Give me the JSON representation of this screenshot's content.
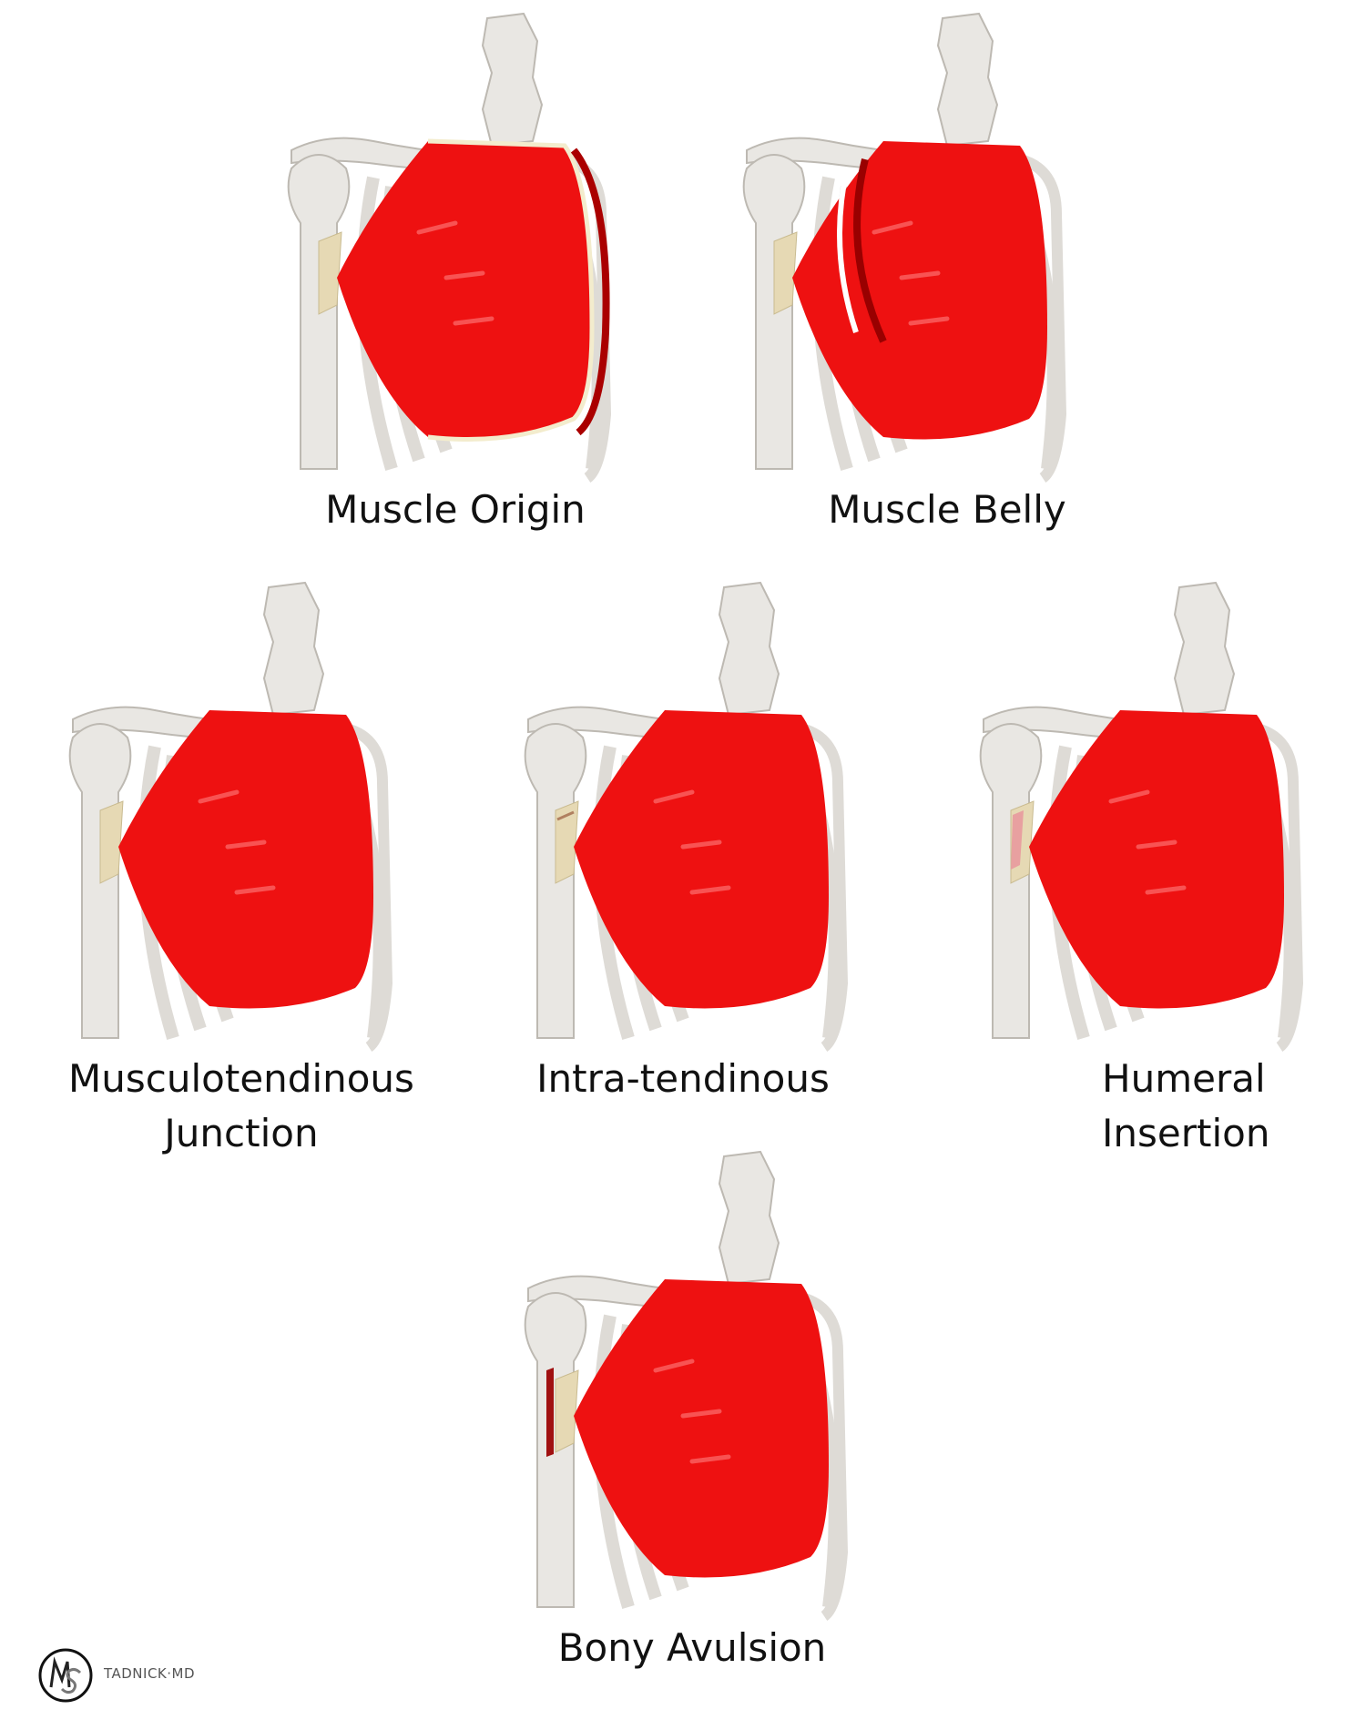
{
  "panels": [
    {
      "label": "Muscle Origin",
      "variant": "origin"
    },
    {
      "label": "Muscle Belly",
      "variant": "belly"
    },
    {
      "label_line1": "Musculotendinous",
      "label_line2": "Junction",
      "variant": "mtj"
    },
    {
      "label": "Intra-tendinous",
      "variant": "intra"
    },
    {
      "label_line1": "Humeral",
      "label_line2": "Insertion",
      "variant": "humeral"
    },
    {
      "label": "Bony Avulsion",
      "variant": "bony"
    }
  ],
  "logo": {
    "monogram": "MS",
    "text": "TADNICK·MD"
  },
  "colors": {
    "muscle": "#ee1111",
    "bone": "#e6e3de",
    "tendon": "#e8dcb8"
  }
}
